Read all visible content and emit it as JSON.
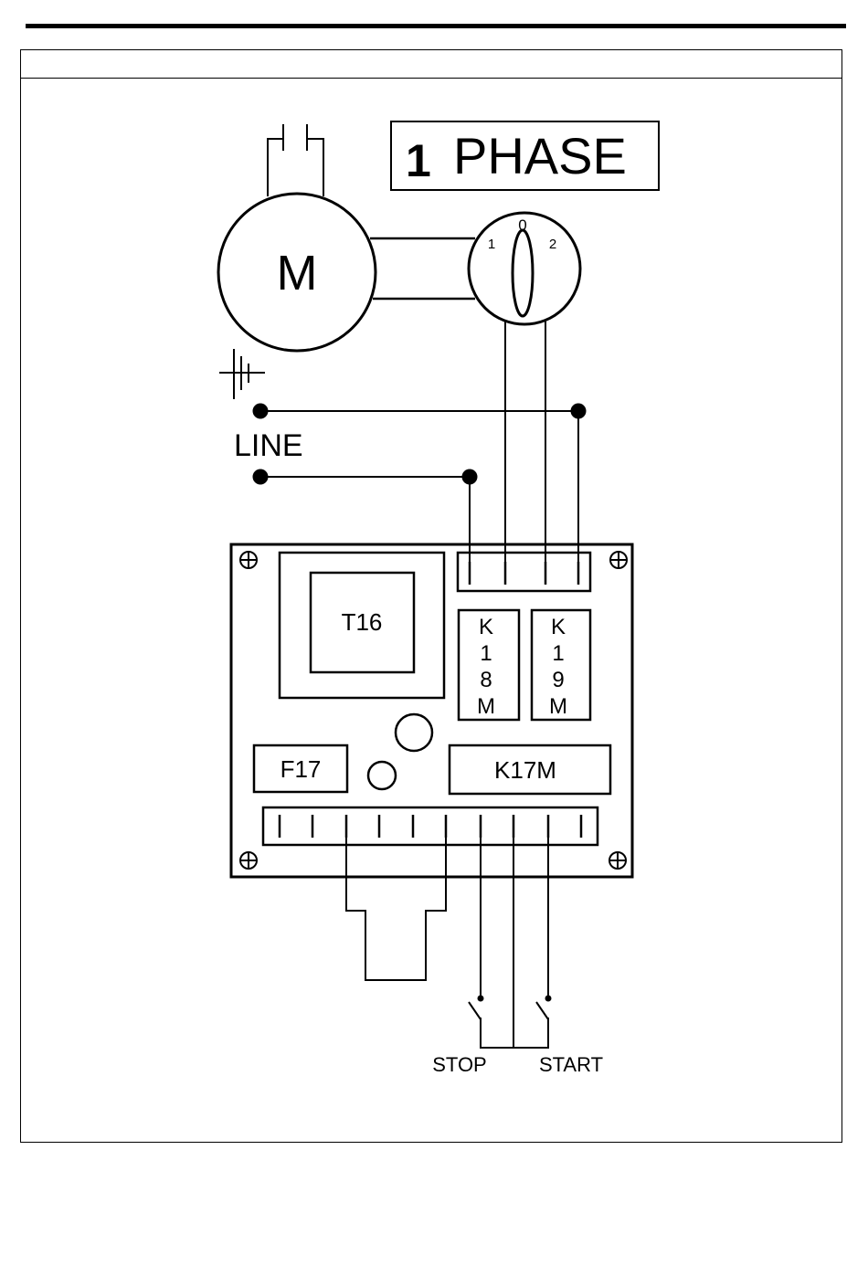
{
  "phase_label": {
    "number": "1",
    "text": "PHASE"
  },
  "motor": {
    "label": "M"
  },
  "selector_switch": {
    "positions": [
      "1",
      "0",
      "2"
    ]
  },
  "line_label": "LINE",
  "board": {
    "transformer": "T16",
    "relay_k18m": [
      "K",
      "1",
      "8",
      "M"
    ],
    "relay_k19m": [
      "K",
      "1",
      "9",
      "M"
    ],
    "fuse": "F17",
    "contactor": "K17M"
  },
  "buttons": {
    "stop": "STOP",
    "start": "START"
  }
}
